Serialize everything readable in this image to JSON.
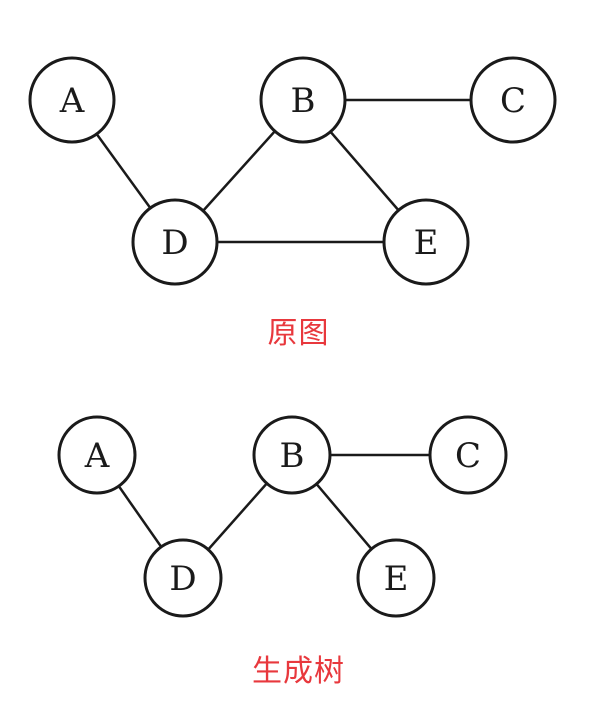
{
  "graphs": [
    {
      "caption": "原图",
      "nodes": [
        "A",
        "B",
        "C",
        "D",
        "E"
      ],
      "edges": [
        [
          "A",
          "D"
        ],
        [
          "B",
          "C"
        ],
        [
          "B",
          "D"
        ],
        [
          "B",
          "E"
        ],
        [
          "D",
          "E"
        ]
      ]
    },
    {
      "caption": "生成树",
      "nodes": [
        "A",
        "B",
        "C",
        "D",
        "E"
      ],
      "edges": [
        [
          "A",
          "D"
        ],
        [
          "B",
          "C"
        ],
        [
          "B",
          "D"
        ],
        [
          "B",
          "E"
        ]
      ]
    }
  ],
  "colors": {
    "caption": "#e8383d",
    "stroke": "#1a1a1a"
  }
}
